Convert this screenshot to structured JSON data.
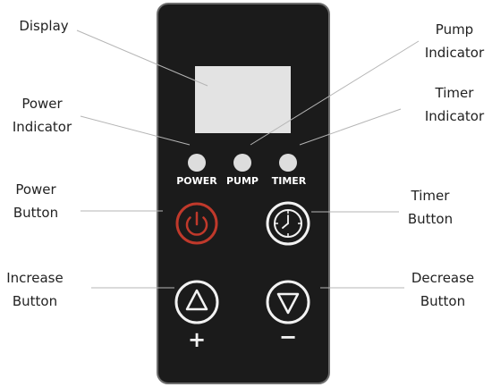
{
  "callouts": {
    "display": "Display",
    "pump_indicator": "Pump\nIndicator",
    "power_indicator": "Power\nIndicator",
    "timer_indicator": "Timer\nIndicator",
    "power_button": "Power\nButton",
    "timer_button": "Timer\nButton",
    "increase_button": "Increase\nButton",
    "decrease_button": "Decrease\nButton"
  },
  "panel": {
    "indicator_labels": {
      "power": "POWER",
      "pump": "PUMP",
      "timer": "TIMER"
    },
    "increase_symbol": "+",
    "decrease_symbol": "−"
  },
  "colors": {
    "panel": "#1b1b1b",
    "panel_border": "#6e6e6e",
    "display_screen": "#e3e3e3",
    "indicator_led": "#dddddd",
    "power_button_ring": "#c0392b",
    "button_ring": "#f2f2f2",
    "leader_line": "#b5b5b5",
    "callout_text": "#222222"
  }
}
